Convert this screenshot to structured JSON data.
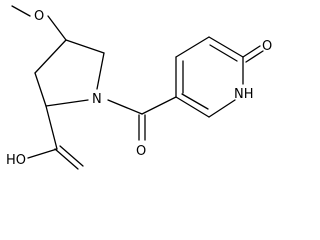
{
  "molecule": {
    "atoms": {
      "methoxy_oxygen": "O",
      "ring_nitrogen": "N",
      "carboxylic_acid_hydroxyl": "HO",
      "carbonyl_oxygen_amide": "O",
      "pyridone_oxygen": "O",
      "pyridone_nh": "NH"
    }
  }
}
